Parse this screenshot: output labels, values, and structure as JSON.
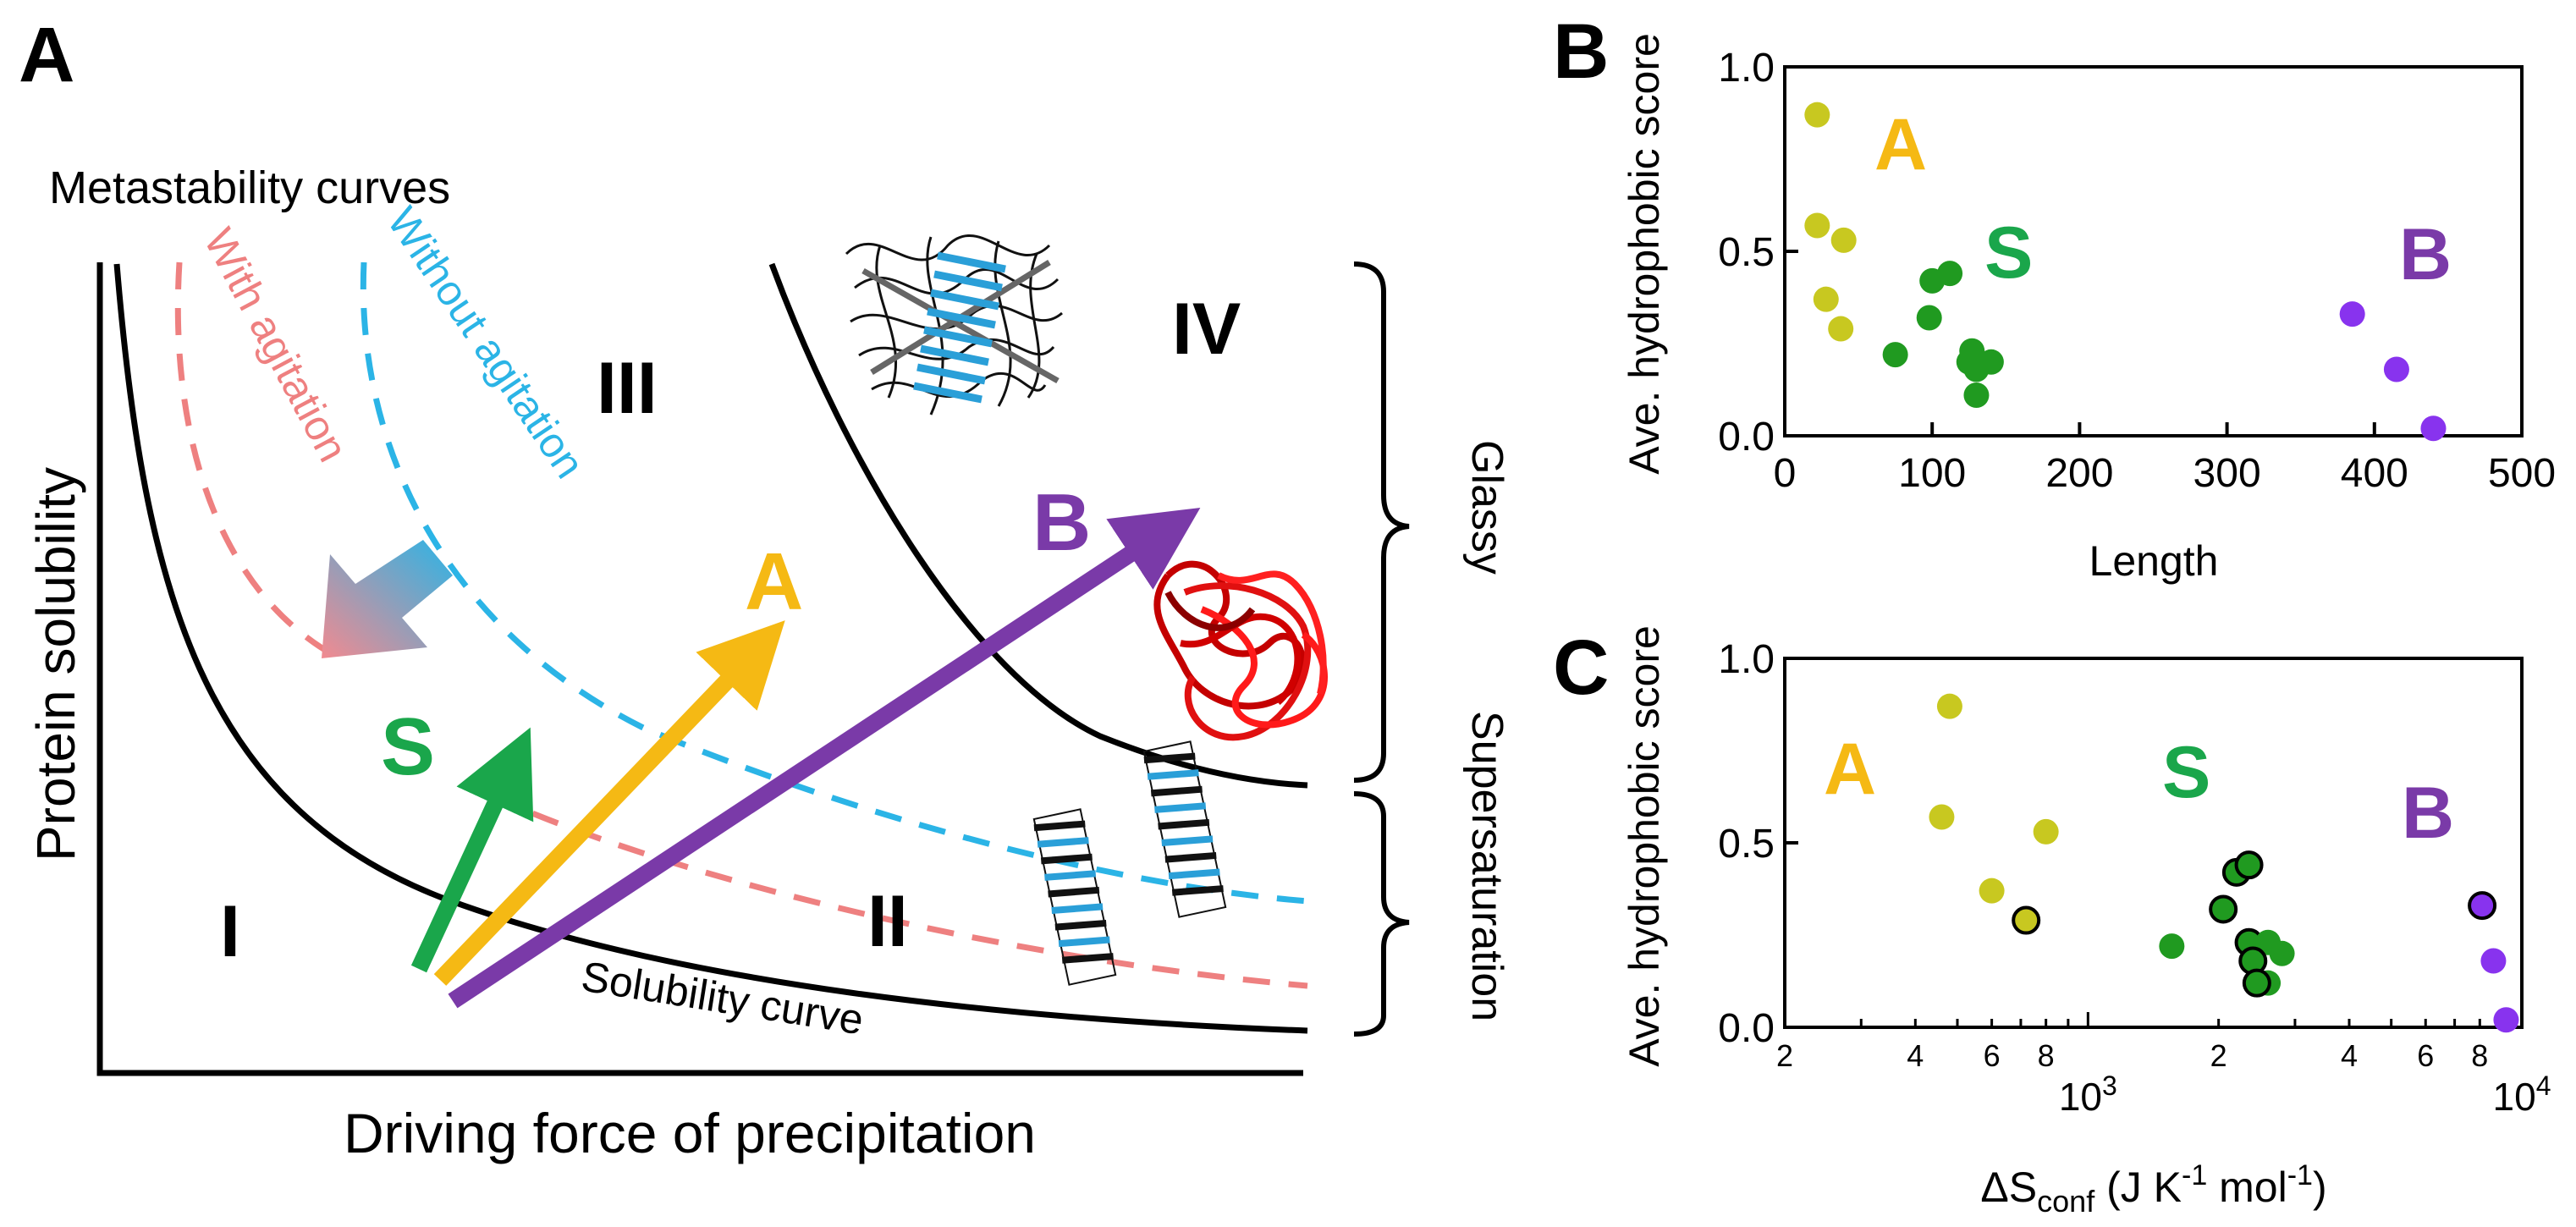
{
  "panel_labels": {
    "a": "A",
    "b": "B",
    "c": "C"
  },
  "panel_a": {
    "metastability_title": "Metastability curves",
    "with_agitation": "With agitation",
    "without_agitation": "Without agitation",
    "regions": [
      "I",
      "II",
      "III",
      "IV"
    ],
    "ylabel": "Protein solubility",
    "xlabel": "Driving force of precipitation",
    "solubility_curve": "Solubility curve",
    "glassy": "Glassy",
    "supersaturation": "Supersaturation",
    "arrows": [
      {
        "label": "S",
        "color": "#1aa64b"
      },
      {
        "label": "A",
        "color": "#f5b914"
      },
      {
        "label": "B",
        "color": "#7a3aa8"
      }
    ],
    "colors": {
      "agitation": "#ee8080",
      "no_agitation": "#2bb4e6",
      "amorphous": "#e01010",
      "fibril": "#2a9fd8"
    }
  },
  "chart_data": [
    {
      "type": "scatter",
      "panel": "B",
      "xlabel": "Length",
      "ylabel": "Ave. hydrophobic score",
      "xlim": [
        0,
        500
      ],
      "ylim": [
        0,
        1.0
      ],
      "xticks": [
        "0",
        "100",
        "200",
        "300",
        "400",
        "500"
      ],
      "yticks": [
        "0.0",
        "0.5",
        "1.0"
      ],
      "group_labels": [
        {
          "text": "A",
          "color": "#f5b914"
        },
        {
          "text": "S",
          "color": "#1aa64b"
        },
        {
          "text": "B",
          "color": "#7a3aa8"
        }
      ],
      "series": [
        {
          "color": "#c8c820",
          "points": [
            [
              22,
              0.87
            ],
            [
              22,
              0.57
            ],
            [
              40,
              0.53
            ],
            [
              28,
              0.37
            ],
            [
              38,
              0.29
            ]
          ]
        },
        {
          "color": "#209a20",
          "points": [
            [
              100,
              0.42
            ],
            [
              112,
              0.44
            ],
            [
              98,
              0.32
            ],
            [
              75,
              0.22
            ],
            [
              127,
              0.23
            ],
            [
              140,
              0.2
            ],
            [
              125,
              0.2
            ],
            [
              130,
              0.18
            ],
            [
              130,
              0.11
            ]
          ]
        },
        {
          "color": "#8833ee",
          "points": [
            [
              385,
              0.33
            ],
            [
              415,
              0.18
            ],
            [
              440,
              0.02
            ]
          ]
        }
      ]
    },
    {
      "type": "scatter",
      "panel": "C",
      "xscale": "log",
      "xlabel_main": "ΔS",
      "xlabel_sub": "conf",
      "xlabel_rest": " (J K",
      "xlabel_sup1": "-1",
      "xlabel_mid": " mol",
      "xlabel_sup2": "-1",
      "xlabel_end": ")",
      "ylabel": "Ave. hydrophobic score",
      "xlim": [
        200,
        10000
      ],
      "ylim": [
        0,
        1.0
      ],
      "yticks": [
        "0.0",
        "0.5",
        "1.0"
      ],
      "x_minor_labels": [
        {
          "value": 200,
          "label": "2"
        },
        {
          "value": 400,
          "label": "4"
        },
        {
          "value": 600,
          "label": "6"
        },
        {
          "value": 800,
          "label": "8"
        },
        {
          "value": 2000,
          "label": "2"
        },
        {
          "value": 4000,
          "label": "4"
        },
        {
          "value": 6000,
          "label": "6"
        },
        {
          "value": 8000,
          "label": "8"
        }
      ],
      "x_major_labels": [
        {
          "value": 1000,
          "base": "10",
          "exp": "3"
        },
        {
          "value": 10000,
          "base": "10",
          "exp": "4"
        }
      ],
      "group_labels": [
        {
          "text": "A",
          "color": "#f5b914"
        },
        {
          "text": "S",
          "color": "#1aa64b"
        },
        {
          "text": "B",
          "color": "#7a3aa8"
        }
      ],
      "series": [
        {
          "color": "#c8c820",
          "points": [
            [
              480,
              0.87,
              0
            ],
            [
              460,
              0.57,
              0
            ],
            [
              600,
              0.37,
              0
            ],
            [
              800,
              0.53,
              0
            ],
            [
              720,
              0.29,
              1
            ]
          ]
        },
        {
          "color": "#209a20",
          "points": [
            [
              2200,
              0.42,
              1
            ],
            [
              2350,
              0.44,
              1
            ],
            [
              2050,
              0.32,
              1
            ],
            [
              1560,
              0.22,
              0
            ],
            [
              2350,
              0.23,
              1
            ],
            [
              2800,
              0.2,
              0
            ],
            [
              2600,
              0.23,
              0
            ],
            [
              2400,
              0.18,
              1
            ],
            [
              2600,
              0.12,
              0
            ],
            [
              2450,
              0.12,
              1
            ]
          ]
        },
        {
          "color": "#8833ee",
          "points": [
            [
              8100,
              0.33,
              1
            ],
            [
              8600,
              0.18,
              0
            ],
            [
              9200,
              0.02,
              0
            ]
          ]
        }
      ]
    }
  ]
}
